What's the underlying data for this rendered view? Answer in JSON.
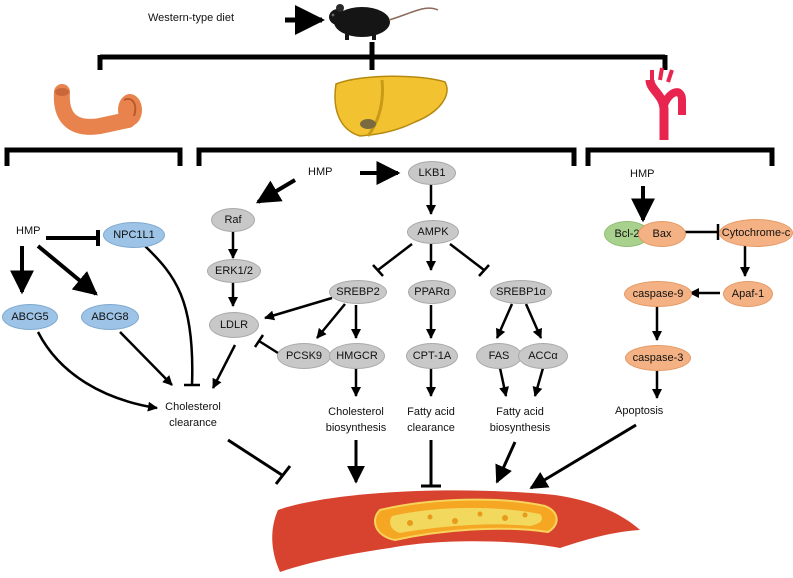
{
  "header": {
    "diet_label": "Western-type diet"
  },
  "intestine": {
    "hmp": "HMP",
    "npc1l1": "NPC1L1",
    "abcg5": "ABCG5",
    "abcg8": "ABCG8",
    "outcome": "Cholesterol clearance"
  },
  "liver": {
    "hmp": "HMP",
    "lkb1": "LKB1",
    "raf": "Raf",
    "erk": "ERK1/2",
    "ldlr": "LDLR",
    "ampk": "AMPK",
    "srebp2": "SREBP2",
    "ppar": "PPARα",
    "srebp1": "SREBP1α",
    "pcsk9": "PCSK9",
    "hmgcr": "HMGCR",
    "cpt1a": "CPT-1A",
    "fas": "FAS",
    "acc": "ACCα",
    "out_chol_biosyn": "Cholesterol biosynthesis",
    "out_fa_clear": "Fatty acid clearance",
    "out_fa_biosyn": "Fatty acid biosynthesis"
  },
  "artery": {
    "hmp": "HMP",
    "bcl2": "Bcl-2",
    "bax": "Bax",
    "cytc": "Cytochrome-c",
    "casp9": "caspase-9",
    "apaf1": "Apaf-1",
    "casp3": "caspase-3",
    "outcome": "Apoptosis"
  },
  "colors": {
    "gray_node": "#c8c8c8",
    "blue_node": "#9dc3e6",
    "orange_node": "#f4b183",
    "green_node": "#a9d18e",
    "vessel": "#d8432f",
    "plaque": "#f5a623"
  }
}
